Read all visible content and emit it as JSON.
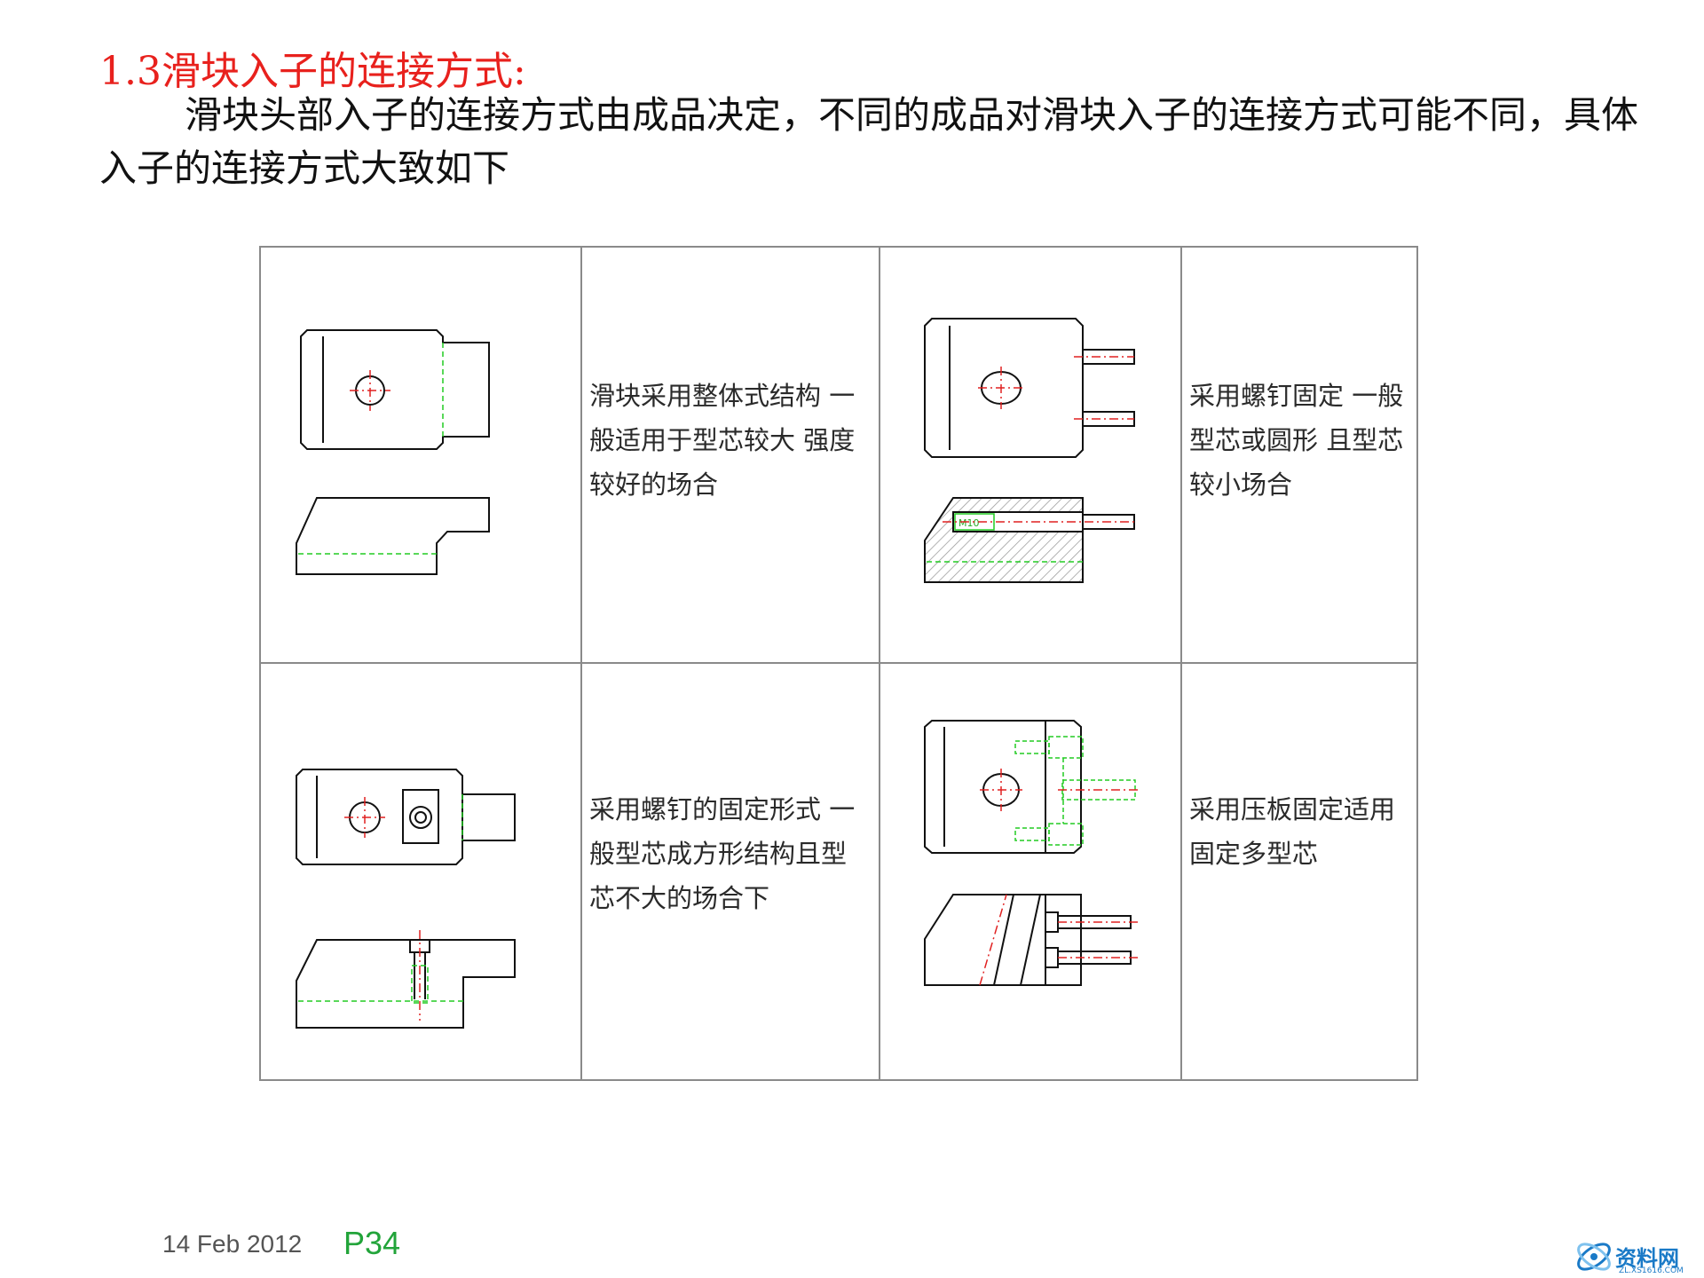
{
  "heading": "1.3滑块入子的连接方式:",
  "intro": "滑块头部入子的连接方式由成品决定，不同的成品对滑块入子的连接方式可能不同，具体入子的连接方式大致如下",
  "table": {
    "rows": [
      {
        "left_desc": [
          "滑块采用整体式结构 一",
          "般适用于型芯较大 强度",
          "较好的场合"
        ],
        "right_desc": [
          "采用螺钉固定 一般",
          "型芯或圆形 且型芯",
          "较小场合"
        ]
      },
      {
        "left_desc": [
          "采用螺钉的固定形式 一",
          "般型芯成方形结构且型",
          "芯不大的场合下"
        ],
        "right_desc": [
          "采用压板固定适用",
          "固定多型芯"
        ]
      }
    ],
    "thread_label": "M10"
  },
  "footer": {
    "date": "14 Feb 2012",
    "page": "P34"
  },
  "watermark": {
    "text": "资料网",
    "sub": "ZL.XS1616.COM"
  },
  "colors": {
    "heading": "#e8211d",
    "page_number": "#22a43a",
    "hidden_line": "#22cc22",
    "center_line": "#e02020"
  }
}
